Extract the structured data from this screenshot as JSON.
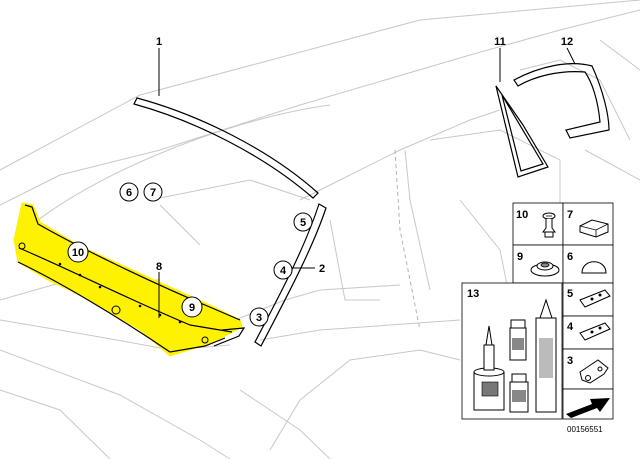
{
  "callouts": {
    "c1": "1",
    "c2": "2",
    "c3": "3",
    "c4": "4",
    "c5": "5",
    "c6": "6",
    "c7": "7",
    "c8": "8",
    "c9": "9",
    "c10": "10",
    "c11": "11",
    "c12": "12"
  },
  "parts_table": {
    "row1_left": "10",
    "row1_right": "7",
    "row2_left": "9",
    "row2_right": "6",
    "kit": "13",
    "r_5": "5",
    "r_4": "4",
    "r_3": "3"
  },
  "document_number": "00156551",
  "colors": {
    "highlight": "#fff200",
    "outline": "#000000",
    "car_body": "#c8c8c8"
  }
}
